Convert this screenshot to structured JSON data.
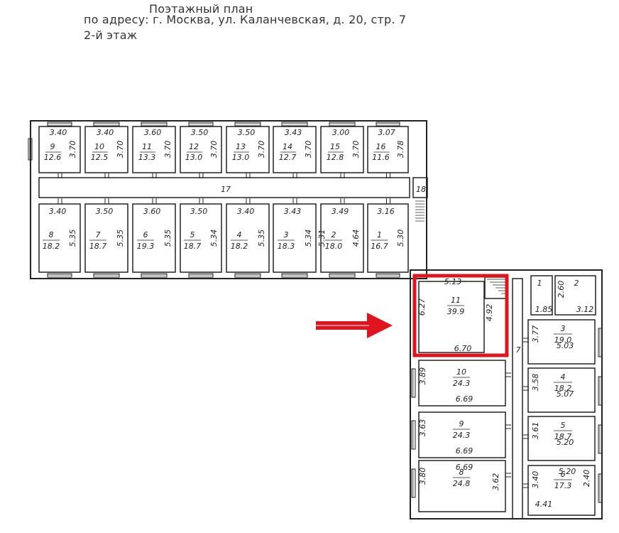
{
  "header": {
    "line1": "Поэтажный план",
    "line2": "по адресу: г. Москва, ул. Каланчевская, д. 20, стр. 7",
    "line3": "2-й этаж"
  },
  "colors": {
    "walls": "#222222",
    "highlight": "#e0141e",
    "arrow": "#e0141e"
  },
  "left_block": {
    "corridor_label": "17",
    "stair_label": "18",
    "top_rooms": [
      {
        "num": "9",
        "area": "12.6",
        "w": "3.40",
        "h": "3.70"
      },
      {
        "num": "10",
        "area": "12.5",
        "w": "3.40",
        "h": "3.70"
      },
      {
        "num": "11",
        "area": "13.3",
        "w": "3.60",
        "h": "3.70"
      },
      {
        "num": "12",
        "area": "13.0",
        "w": "3.50",
        "h": "3.70"
      },
      {
        "num": "13",
        "area": "13.0",
        "w": "3.50",
        "h": "3.70"
      },
      {
        "num": "14",
        "area": "12.7",
        "w": "3.43",
        "h": "3.70"
      },
      {
        "num": "15",
        "area": "12.8",
        "w": "3.00",
        "h": "3.70"
      },
      {
        "num": "16",
        "area": "11.6",
        "w": "3.07",
        "h": "3.78"
      }
    ],
    "bottom_rooms": [
      {
        "num": "8",
        "area": "18.2",
        "w": "3.40",
        "h": "5.35"
      },
      {
        "num": "7",
        "area": "18.7",
        "w": "3.50",
        "h": "5.35"
      },
      {
        "num": "6",
        "area": "19.3",
        "w": "3.60",
        "h": "5.35"
      },
      {
        "num": "5",
        "area": "18.7",
        "w": "3.50",
        "h": "5.34"
      },
      {
        "num": "4",
        "area": "18.2",
        "w": "3.40",
        "h": "5.35"
      },
      {
        "num": "3",
        "area": "18.3",
        "w": "3.43",
        "h": "5.34"
      },
      {
        "num": "2",
        "area": "18.0",
        "w": "3.49",
        "h": "4.64",
        "h2": "5.31"
      },
      {
        "num": "1",
        "area": "16.7",
        "w": "3.16",
        "h": "5.30"
      }
    ]
  },
  "right_block": {
    "corridor_label": "7",
    "highlighted_room": {
      "num": "11",
      "area": "39.9",
      "top": "5.13",
      "bottom": "6.70",
      "left": "6.27",
      "right": "4.92"
    },
    "west_rooms": [
      {
        "num": "10",
        "area": "24.3",
        "h": "3.89",
        "w": "6.69"
      },
      {
        "num": "9",
        "area": "24.3",
        "h": "3.63",
        "w": "6.69"
      },
      {
        "num": "8",
        "area": "24.8",
        "h": "3.80",
        "h2": "3.62",
        "w": "6.69"
      }
    ],
    "room1": {
      "num": "1",
      "w": "1.85"
    },
    "room2": {
      "num": "2",
      "h": "2.60",
      "w": "3.12"
    },
    "east_rooms": [
      {
        "num": "3",
        "area": "19.0",
        "h": "3.77",
        "w": "5.03"
      },
      {
        "num": "4",
        "area": "18.2",
        "h": "3.58",
        "w": "5.07"
      },
      {
        "num": "5",
        "area": "18.7",
        "h": "3.61",
        "w": "5.20"
      },
      {
        "num": "6",
        "area": "17.3",
        "h": "3.40",
        "w_top": "5.20",
        "w": "4.41",
        "side": "2.40"
      }
    ]
  }
}
